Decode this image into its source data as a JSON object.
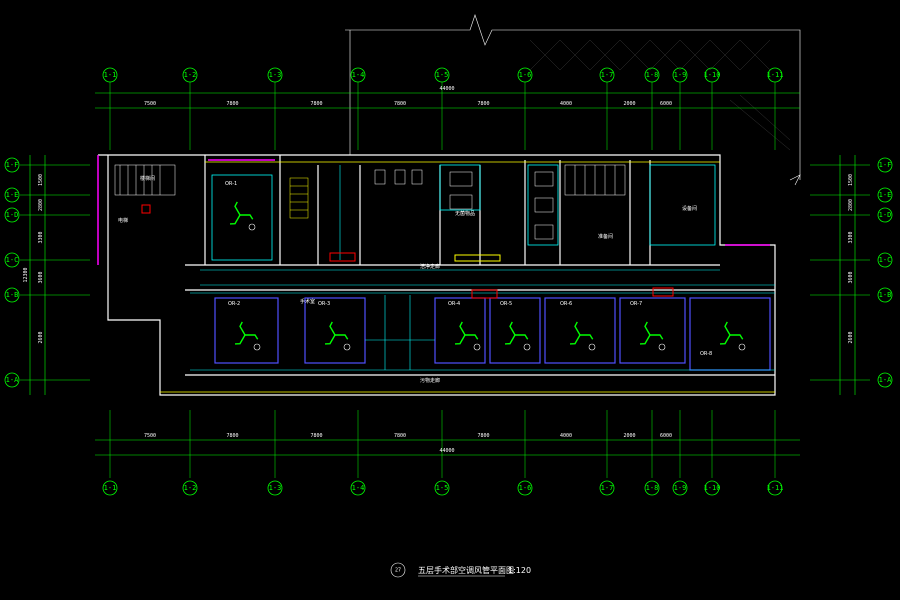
{
  "drawing": {
    "title": "五层手术部空调风管平面图",
    "sheet_number": "27",
    "scale": "1:120"
  },
  "grid": {
    "columns": [
      "1-1",
      "1-2",
      "1-3",
      "1-4",
      "1-5",
      "1-6",
      "1-7",
      "1-8",
      "1-9",
      "1-10",
      "1-11"
    ],
    "rows": [
      "1-A",
      "1-B",
      "1-C",
      "1-D",
      "1-E",
      "1-F"
    ]
  },
  "dimensions": {
    "top_overall": "44000",
    "bottom_overall": "44000",
    "left_overall": "12300",
    "top_segments": [
      "7500",
      "7800",
      "7800",
      "7800",
      "7800",
      "4000",
      "2000",
      "6000"
    ],
    "side_segments": [
      "1500",
      "2800",
      "3300",
      "3600",
      "2600"
    ]
  },
  "rooms": {
    "operating_rooms": [
      "OR-1",
      "OR-2",
      "OR-3",
      "OR-4",
      "OR-5",
      "OR-6",
      "OR-7",
      "OR-8"
    ],
    "labels": [
      "手术室",
      "无菌物品",
      "洁净走廊",
      "污物走廊",
      "楼梯间",
      "电梯",
      "设备间",
      "准备间"
    ]
  },
  "colors": {
    "background": "#000000",
    "grid": "#00ff00",
    "walls": "#ffffff",
    "ducts": "#00ffff",
    "diffusers": "#00ff00",
    "equipment": "#ff0000",
    "glass": "#ff00ff",
    "highlight": "#ffff00"
  }
}
